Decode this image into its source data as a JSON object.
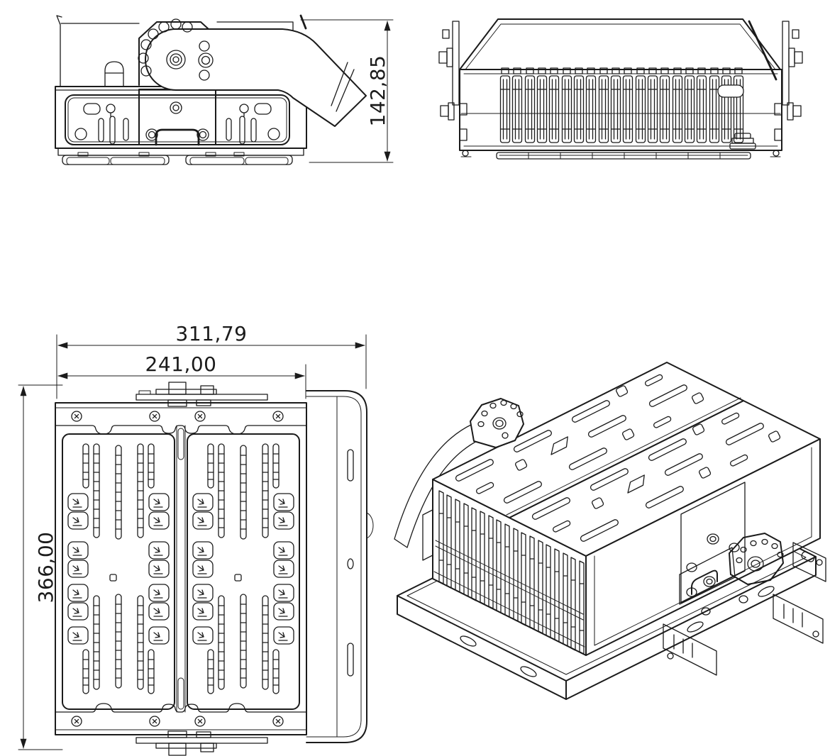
{
  "drawing": {
    "kind": "engineering-multiview-drawing",
    "subject": "LED floodlight module with mounting yoke bracket",
    "background_color": "#ffffff",
    "line_color": "#1b1b1b",
    "views": {
      "side": {
        "position": "top-left"
      },
      "rear": {
        "position": "top-right",
        "fin_count": 20
      },
      "plan": {
        "position": "bottom-left",
        "module_count": 2
      },
      "isometric": {
        "position": "bottom-right"
      }
    },
    "dimensions": {
      "height": {
        "label": "142,85",
        "view": "side",
        "orientation": "vertical"
      },
      "outer_width": {
        "label": "311,79",
        "view": "plan",
        "orientation": "horizontal"
      },
      "inner_width": {
        "label": "241,00",
        "view": "plan",
        "orientation": "horizontal"
      },
      "length": {
        "label": "366,00",
        "view": "plan",
        "orientation": "vertical"
      }
    }
  }
}
